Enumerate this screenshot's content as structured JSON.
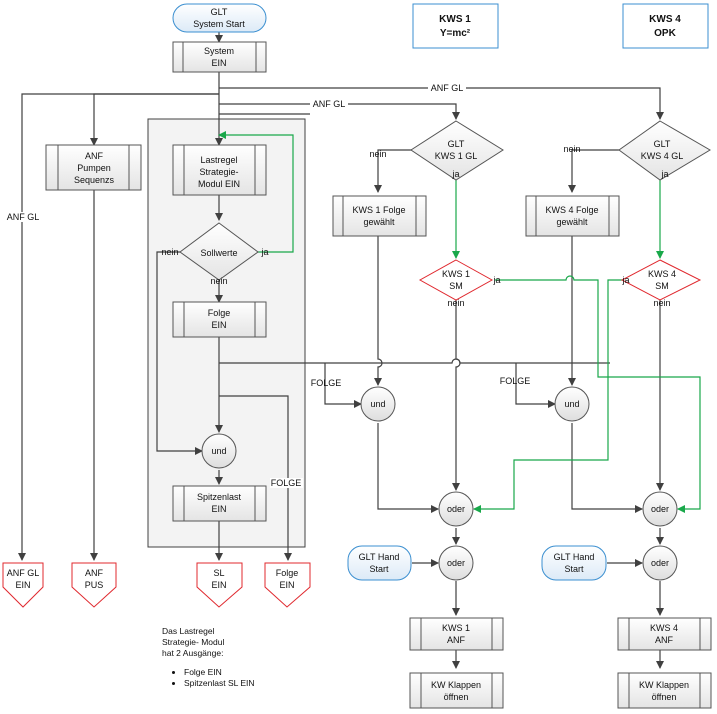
{
  "header": {
    "start": {
      "line1": "GLT",
      "line2": "System Start"
    },
    "kws1": {
      "line1": "KWS 1",
      "line2": "Y=mc²"
    },
    "kws4": {
      "line1": "KWS 4",
      "line2": "OPK"
    }
  },
  "colors": {
    "line": "#404040",
    "green": "#19a84a",
    "red": "#e0282e",
    "blue": "#3b8fd0"
  },
  "nodes": {
    "system_ein": {
      "line1": "System",
      "line2": "EIN"
    },
    "anf_pumpen": {
      "line1": "ANF",
      "line2": "Pumpen",
      "line3": "Sequenzs"
    },
    "lastregel": {
      "line1": "Lastregel",
      "line2": "Strategie-",
      "line3": "Modul EIN"
    },
    "sollwerte": {
      "label": "Sollwerte"
    },
    "folge_ein": {
      "line1": "Folge",
      "line2": "EIN"
    },
    "und_left": {
      "label": "und"
    },
    "spitzenlast": {
      "line1": "Spitzenlast",
      "line2": "EIN"
    },
    "glt_kws1_gl": {
      "line1": "GLT",
      "line2": "KWS 1 GL"
    },
    "glt_kws4_gl": {
      "line1": "GLT",
      "line2": "KWS 4 GL"
    },
    "kws1_folge": {
      "line1": "KWS 1 Folge",
      "line2": "gewählt"
    },
    "kws4_folge": {
      "line1": "KWS 4 Folge",
      "line2": "gewählt"
    },
    "kws1_sm": {
      "line1": "KWS 1",
      "line2": "SM"
    },
    "kws4_sm": {
      "line1": "KWS 4",
      "line2": "SM"
    },
    "und_kws1": {
      "label": "und"
    },
    "und_kws4": {
      "label": "und"
    },
    "oder_kws1_a": {
      "label": "oder"
    },
    "oder_kws4_a": {
      "label": "oder"
    },
    "oder_kws1_b": {
      "label": "oder"
    },
    "oder_kws4_b": {
      "label": "oder"
    },
    "hand_kws1": {
      "line1": "GLT Hand",
      "line2": "Start"
    },
    "hand_kws4": {
      "line1": "GLT Hand",
      "line2": "Start"
    },
    "kws1_anf": {
      "line1": "KWS 1",
      "line2": "ANF"
    },
    "kws4_anf": {
      "line1": "KWS 4",
      "line2": "ANF"
    },
    "klappen1": {
      "line1": "KW Klappen",
      "line2": "öffnen"
    },
    "klappen4": {
      "line1": "KW Klappen",
      "line2": "öffnen"
    }
  },
  "outputs": {
    "anf_gl": {
      "line1": "ANF GL",
      "line2": "EIN"
    },
    "anf_pus": {
      "line1": "ANF",
      "line2": "PUS"
    },
    "sl": {
      "line1": "SL",
      "line2": "EIN"
    },
    "folge": {
      "line1": "Folge",
      "line2": "EIN"
    }
  },
  "labels": {
    "anf_gl": "ANF GL",
    "nein": "nein",
    "ja": "ja",
    "folge": "FOLGE"
  },
  "note": {
    "lines": [
      "Das Lastregel",
      "Strategie- Modul",
      "hat 2 Ausgänge:"
    ],
    "bullets": [
      "Folge EIN",
      "Spitzenlast SL EIN"
    ]
  }
}
